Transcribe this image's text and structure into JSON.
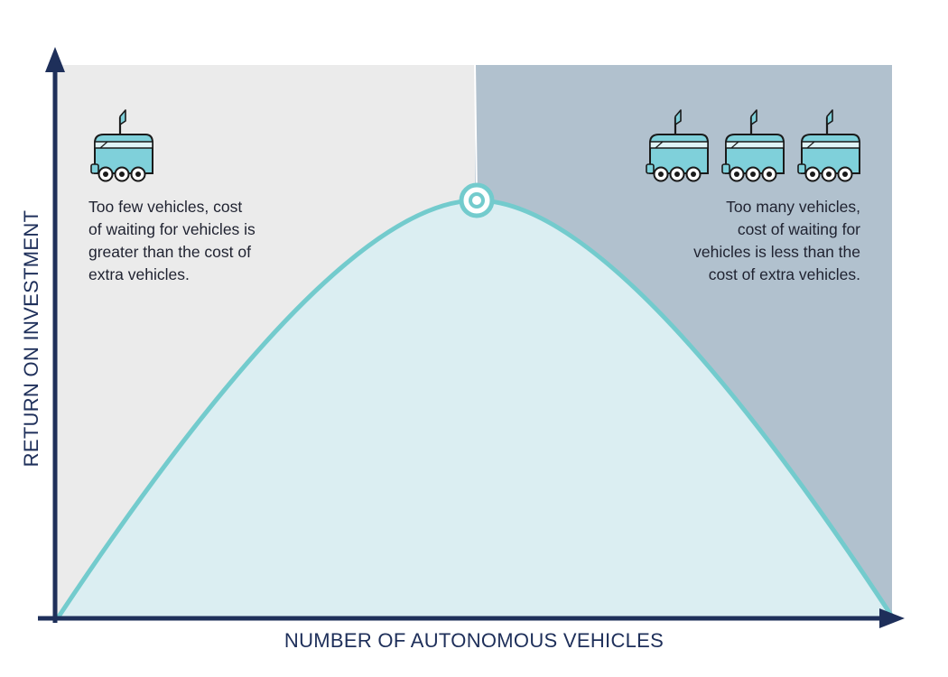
{
  "diagram": {
    "x_axis_label": "NUMBER OF AUTONOMOUS VEHICLES",
    "y_axis_label": "RETURN ON INVESTMENT",
    "left_region": {
      "vehicle_count": 1,
      "text_lines": [
        "Too few vehicles, cost",
        "of waiting for vehicles is",
        "greater than the cost of",
        "extra vehicles."
      ]
    },
    "right_region": {
      "vehicle_count": 3,
      "text_lines": [
        "Too many vehicles,",
        "cost of waiting for",
        "vehicles is less than the",
        "cost of extra vehicles."
      ]
    },
    "optimum_marker": "peak-circle-icon",
    "colors": {
      "axis": "#1e2f5a",
      "left_region_bg": "#ebebeb",
      "right_region_bg": "#b1c1ce",
      "curve": "#73cbcd",
      "curve_fill": "#dbeef2",
      "vehicle_body": "#7fd0da",
      "vehicle_outline": "#1a1a1a"
    }
  }
}
